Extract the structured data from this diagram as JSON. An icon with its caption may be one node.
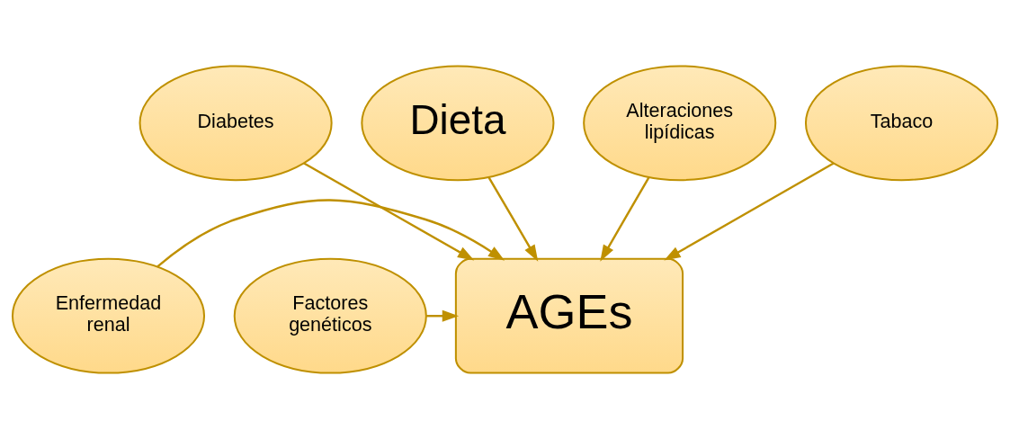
{
  "diagram": {
    "nodes": [
      {
        "text": [
          "Diabetes"
        ]
      },
      {
        "text": [
          "Dieta"
        ]
      },
      {
        "text": [
          "Alteraciones lipídicas"
        ]
      },
      {
        "text": [
          "Tabaco"
        ]
      },
      {
        "text": [
          "Enfermedad renal"
        ]
      },
      {
        "text": [
          "AGEs"
        ]
      },
      {
        "text": [
          "Factores genéticos"
        ]
      }
    ],
    "edges": [
      {
        "from": 0,
        "to": 5,
        "arrow": "to"
      },
      {
        "from": 1,
        "to": 5,
        "arrow": "to"
      },
      {
        "from": 2,
        "to": 5,
        "arrow": "to"
      },
      {
        "from": 3,
        "to": 5,
        "arrow": "to"
      },
      {
        "from": 4,
        "to": 5,
        "arrow": "to"
      },
      {
        "from": 6,
        "to": 5,
        "arrow": "to"
      }
    ]
  }
}
